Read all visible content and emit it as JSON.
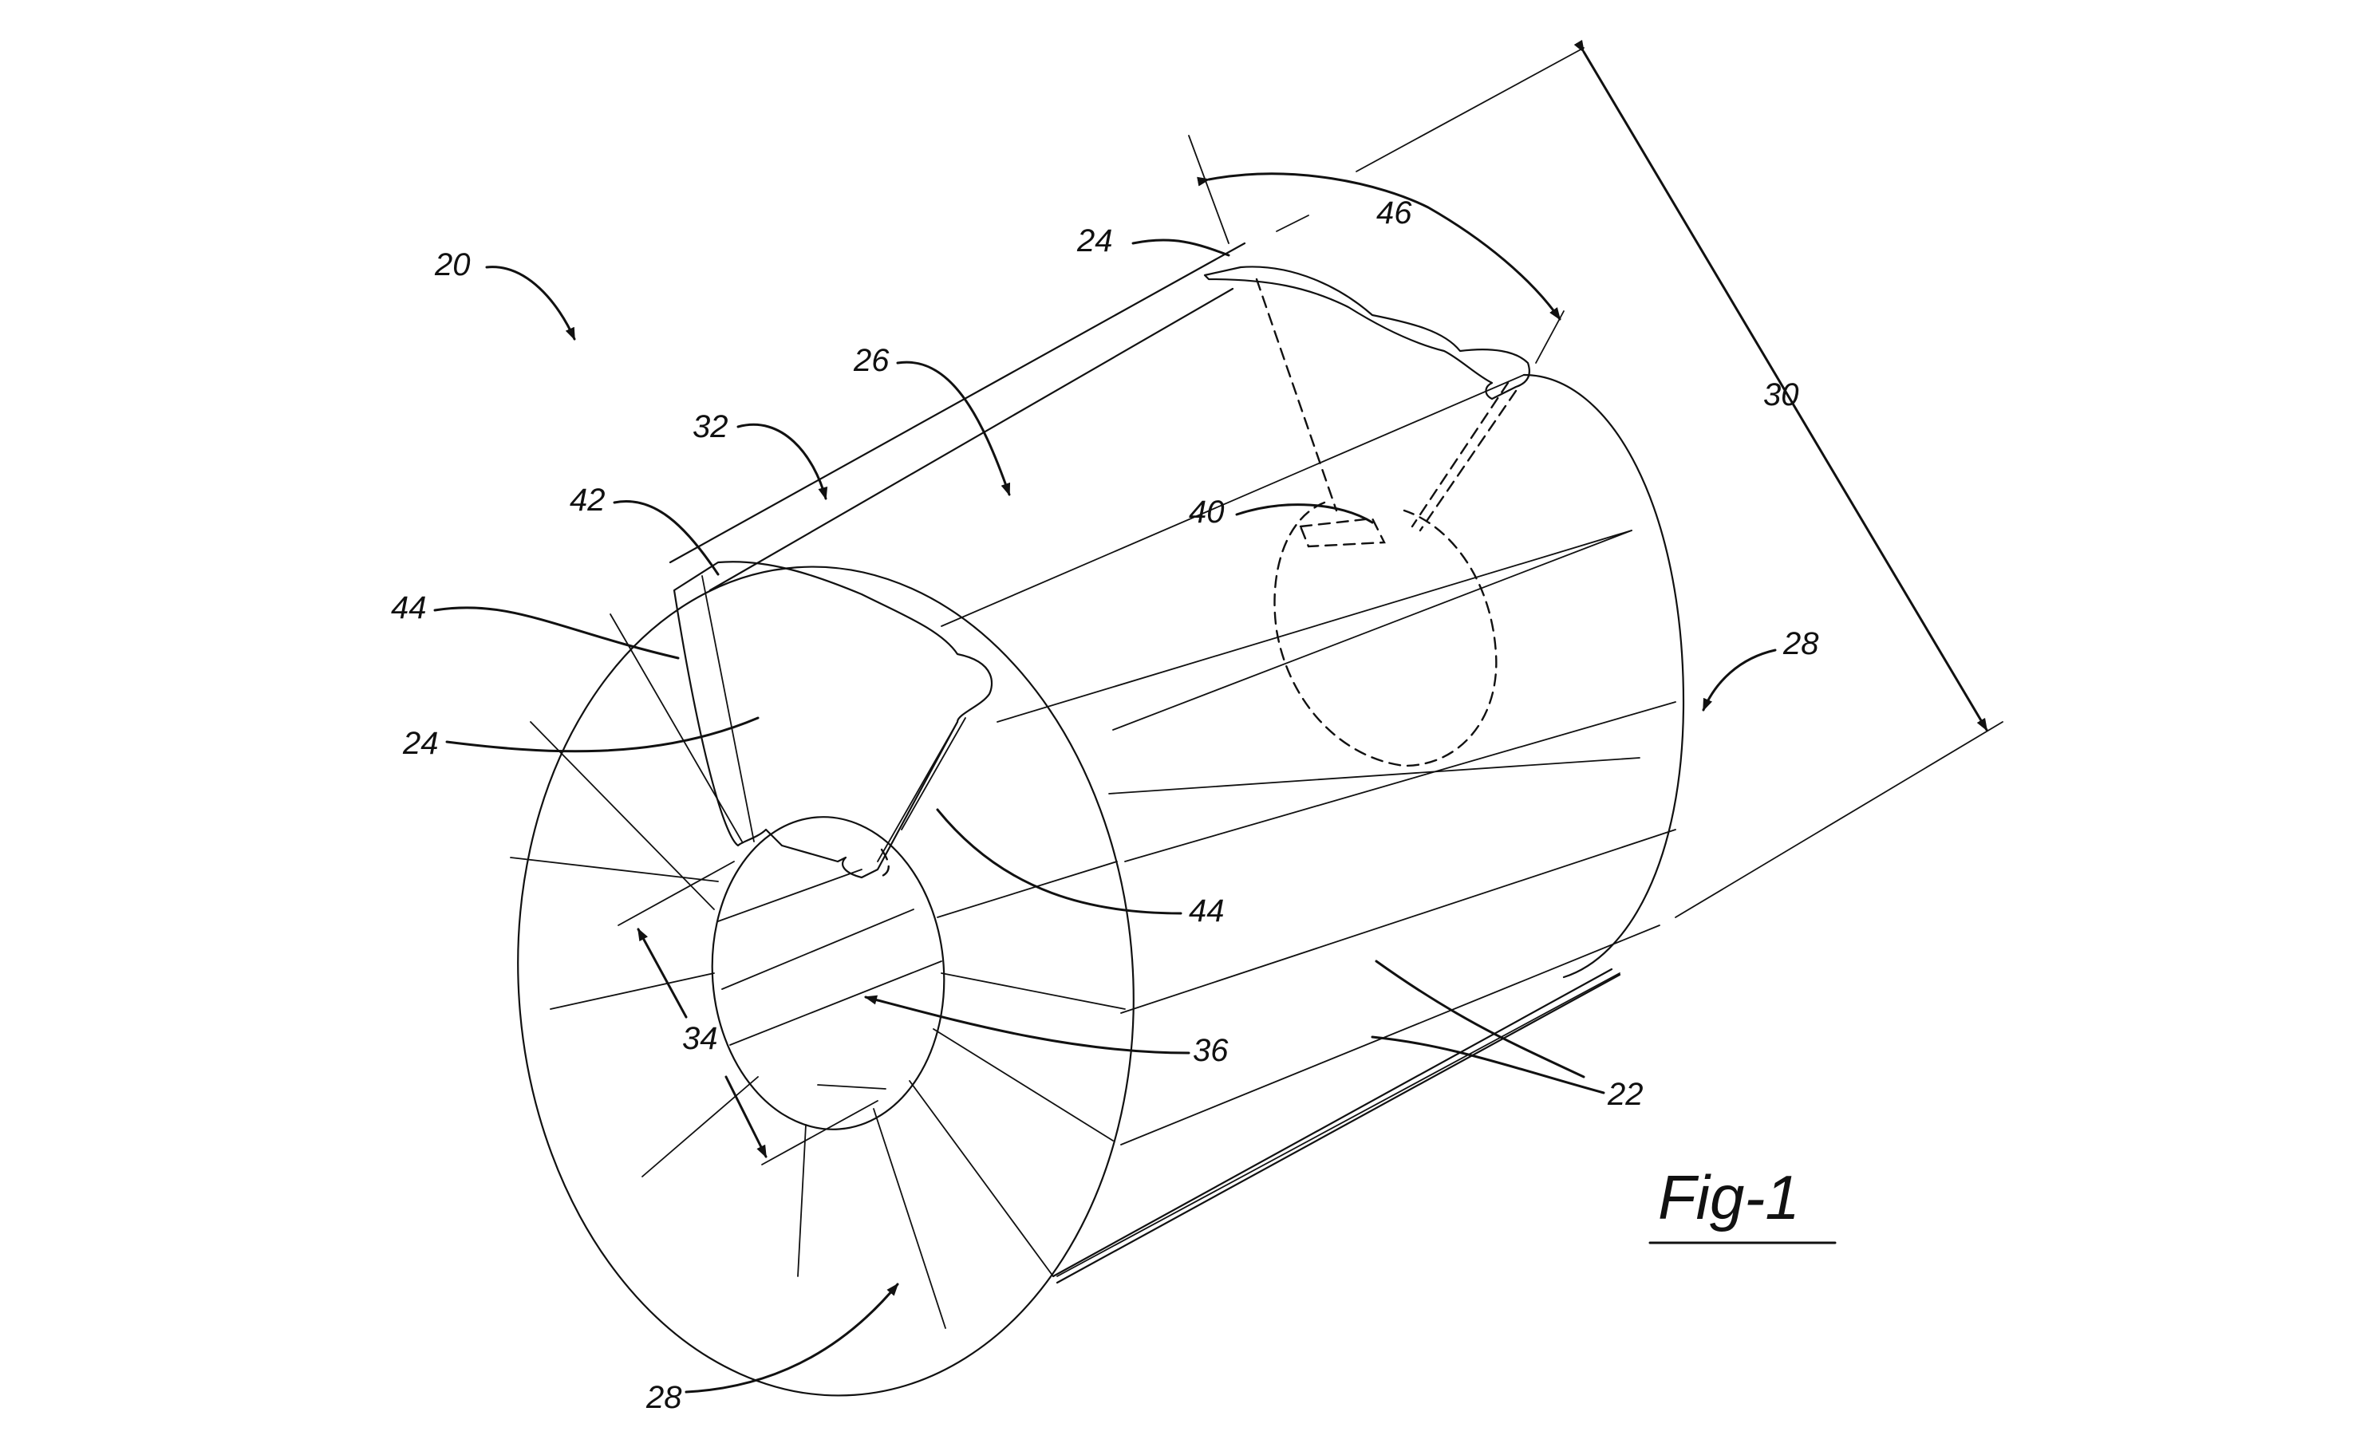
{
  "figure": {
    "label": "Fig-1"
  },
  "references": {
    "r20": "20",
    "r24_top": "24",
    "r26": "26",
    "r46": "46",
    "r32": "32",
    "r42": "42",
    "r44_left": "44",
    "r24_left": "24",
    "r30": "30",
    "r40": "40",
    "r28_right": "28",
    "r44_bottom": "44",
    "r34": "34",
    "r36": "36",
    "r22": "22",
    "r28_bottom": "28"
  }
}
